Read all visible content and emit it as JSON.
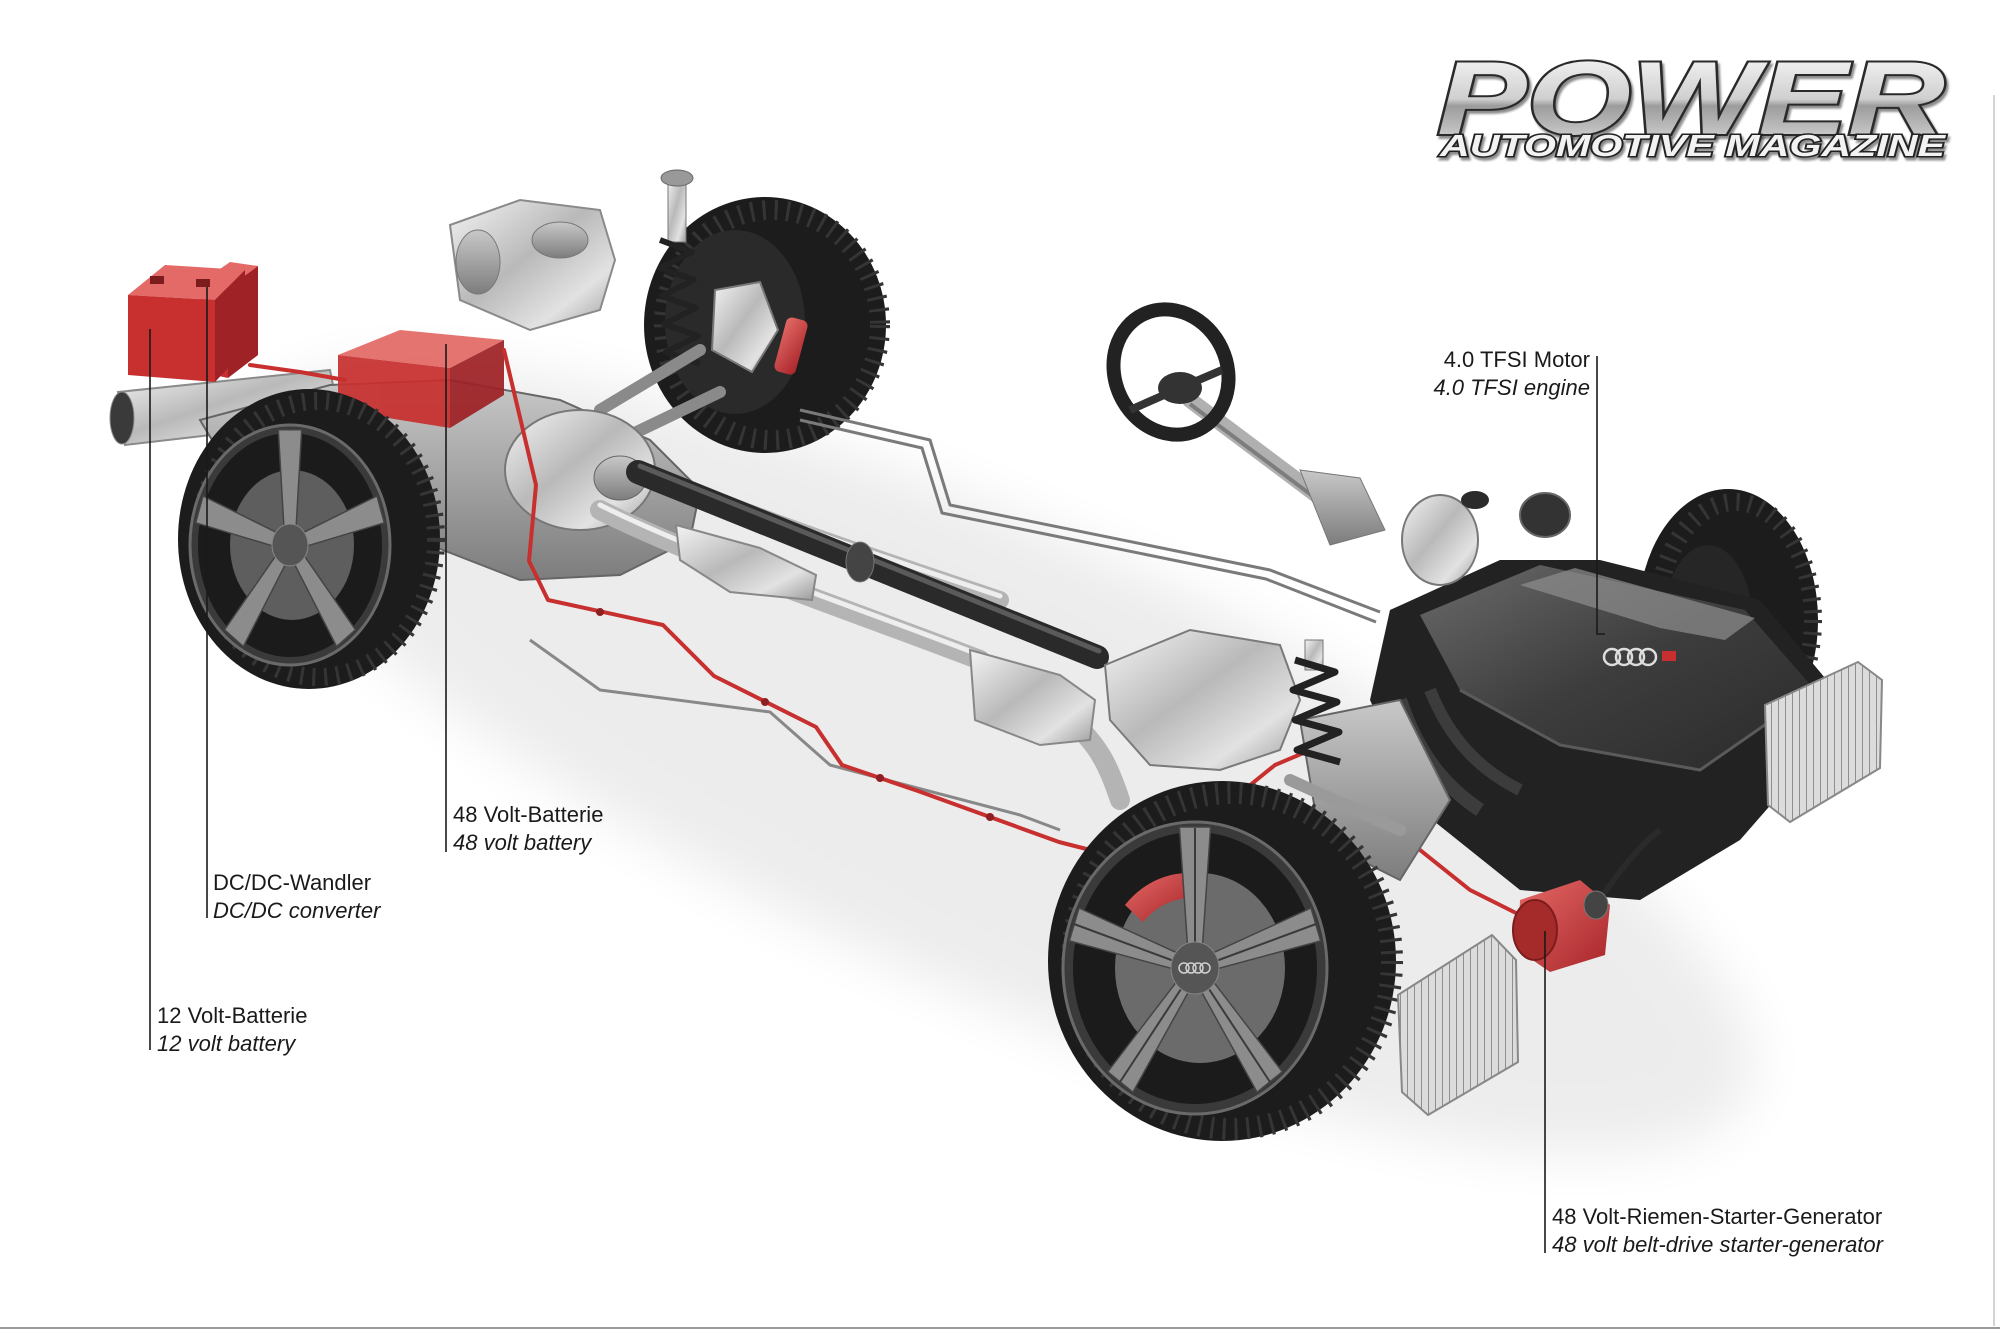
{
  "logo": {
    "title": "POWER",
    "subtitle": "AUTOMOTIVE MAGAZINE"
  },
  "labels": {
    "engine": {
      "de": "4.0 TFSI Motor",
      "en": "4.0 TFSI engine"
    },
    "battery_48v": {
      "de": "48 Volt-Batterie",
      "en": "48 volt battery"
    },
    "dcdc": {
      "de": "DC/DC-Wandler",
      "en": "DC/DC converter"
    },
    "battery_12v": {
      "de": "12 Volt-Batterie",
      "en": "12 volt battery"
    },
    "starter_generator": {
      "de": "48 Volt-Riemen-Starter-Generator",
      "en": "48 volt belt-drive starter-generator"
    }
  },
  "colors": {
    "highlight": "#c7302f",
    "leader_line": "#1a1a1a",
    "text": "#1a1a1a",
    "background": "#ffffff",
    "logo_fill": "#d9d9d9"
  }
}
